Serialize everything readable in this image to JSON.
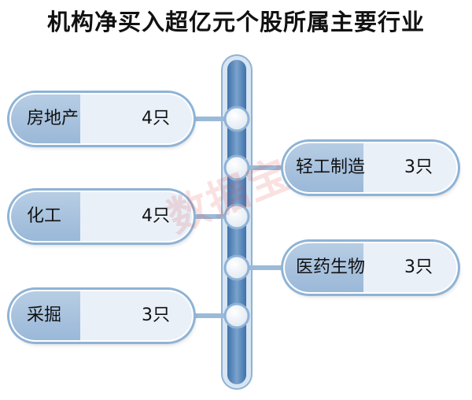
{
  "title": "机构净买入超亿元个股所属主要行业",
  "colors": {
    "pill_dark": "#9ab8d8",
    "pill_light": "#e9f0f8",
    "pill_border": "#8eb3d6",
    "spine": "#4d7fb6",
    "connector": "#9bbad8"
  },
  "industries": [
    {
      "label": "房地产",
      "count": "4只",
      "side": "left"
    },
    {
      "label": "轻工制造",
      "count": "3只",
      "side": "right"
    },
    {
      "label": "化工",
      "count": "4只",
      "side": "left"
    },
    {
      "label": "医药生物",
      "count": "3只",
      "side": "right"
    },
    {
      "label": "采掘",
      "count": "3只",
      "side": "left"
    }
  ],
  "watermark": "数据宝"
}
